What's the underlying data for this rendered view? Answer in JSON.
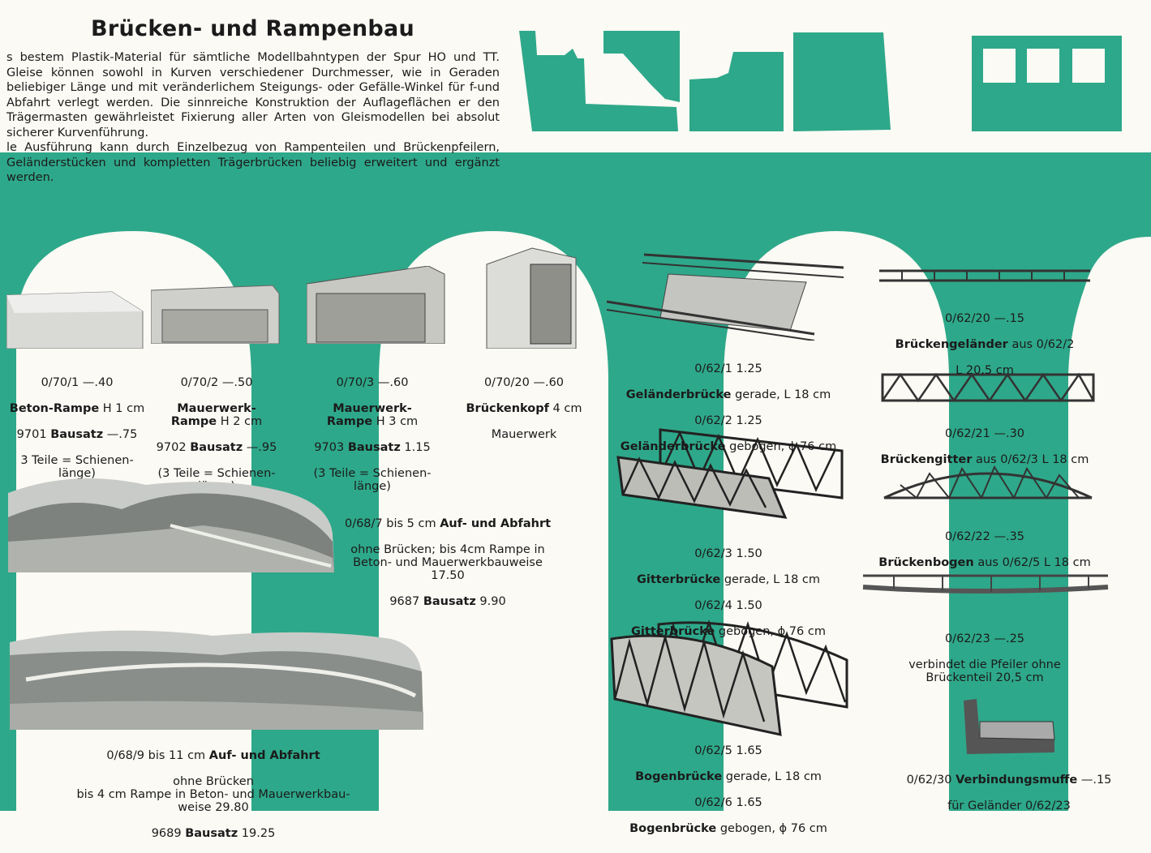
{
  "page": {
    "title": "Brücken- und Rampenbau",
    "intro_1": "s bestem Plastik-Material für sämtliche Modellbahntypen der Spur HO und TT. Gleise können sowohl in Kurven verschiedener Durchmesser, wie in Geraden beliebiger Länge und mit veränderlichem Steigungs- oder Gefälle-Winkel für f-und Abfahrt verlegt werden. Die sinnreiche Konstruktion der Auflageflächen er den Trägermasten gewährleistet Fixierung aller Arten von Gleismodellen bei absolut sicherer Kurvenführung.",
    "intro_2": "le Ausführung kann durch Einzelbezug von Rampenteilen und Brückenpfeilern, Geländerstücken und kompletten Trägerbrücken beliebig erweitert und ergänzt werden."
  },
  "colors": {
    "accent": "#2ea88a",
    "paper": "#fbfaf4",
    "ink": "#1b1b1b"
  },
  "ramps": [
    {
      "code": "0/70/1   —.40",
      "name": "Beton-Rampe",
      "spec": "H 1 cm",
      "kit": "9701",
      "kit_label": "Bausatz",
      "kit_price": "—.75",
      "note": "3 Teile = Schienen-\nlänge)"
    },
    {
      "code": "0/70/2   —.50",
      "name": "Mauerwerk-\nRampe",
      "spec": "H 2 cm",
      "kit": "9702",
      "kit_label": "Bausatz",
      "kit_price": "—.95",
      "note": "(3 Teile = Schienen-\nlänge)"
    },
    {
      "code": "0/70/3   —.60",
      "name": "Mauerwerk-\nRampe",
      "spec": "H 3 cm",
      "kit": "9703",
      "kit_label": "Bausatz",
      "kit_price": "1.15",
      "note": "(3 Teile = Schienen-\nlänge)"
    },
    {
      "code": "0/70/20   —.60",
      "name": "Brückenkopf",
      "spec": "4 cm",
      "note": "Mauerwerk"
    }
  ],
  "scenes": [
    {
      "code": "0/68/7",
      "pre": "bis 5 cm",
      "bold": "Auf- und Abfahrt",
      "rest": "ohne Brücken; bis 4cm Rampe in\nBeton- und Mauerwerkbauweise\n17.50",
      "kit": "9687",
      "kit_label": "Bausatz",
      "kit_price": "9.90"
    },
    {
      "code": "0/68/9",
      "pre": "bis 11 cm",
      "bold": "Auf- und Abfahrt",
      "rest": "ohne Brücken\nbis 4 cm Rampe in Beton- und Mauerwerkbau-\nweise  29.80",
      "kit": "9689",
      "kit_label": "Bausatz",
      "kit_price": "19.25"
    }
  ],
  "bridges": [
    {
      "code1": "0/62/1  1.25",
      "name1": "Geländerbrücke",
      "spec1": "gerade,  L 18 cm",
      "code2": "0/62/2  1.25",
      "name2": "Geländerbrücke",
      "spec2": "gebogen,  ϕ 76 cm"
    },
    {
      "code1": "0/62/3  1.50",
      "name1": "Gitterbrücke",
      "spec1": "gerade,  L 18 cm",
      "code2": "0/62/4  1.50",
      "name2": "Gitterbrücke",
      "spec2": "gebogen,  ϕ 76 cm"
    },
    {
      "code1": "0/62/5  1.65",
      "name1": "Bogenbrücke",
      "spec1": "gerade,  L 18 cm",
      "code2": "0/62/6  1.65",
      "name2": "Bogenbrücke",
      "spec2": "gebogen,  ϕ 76 cm"
    }
  ],
  "parts": [
    {
      "code": "0/62/20   —.15",
      "name": "Brückengeländer",
      "rest": "aus 0/62/2",
      "line2": "L 20,5 cm"
    },
    {
      "code": "0/62/21   —.30",
      "name": "Brückengitter",
      "rest": "aus 0/62/3   L 18 cm"
    },
    {
      "code": "0/62/22   —.35",
      "name": "Brückenbogen",
      "rest": "aus 0/62/5   L 18 cm"
    },
    {
      "code": "0/62/23   —.25",
      "name": "",
      "rest": "verbindet die Pfeiler ohne\nBrückenteil  20,5 cm"
    },
    {
      "code": "0/62/30",
      "name": "Verbindungsmuffe",
      "price": "—.15",
      "rest": "für Geländer 0/62/23"
    }
  ]
}
